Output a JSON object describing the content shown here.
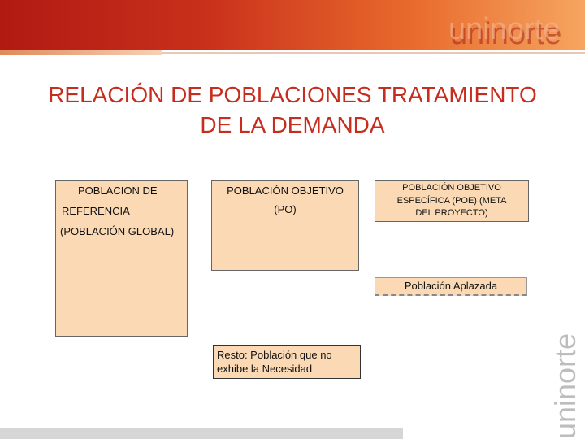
{
  "header": {
    "brand": "uninorte",
    "colors": {
      "accent": "#c62d1f",
      "band_start": "#b01a12",
      "band_end": "#f6a560",
      "box_fill": "#fad9b4"
    }
  },
  "title": {
    "line1": "RELACIÓN DE POBLACIONES TRATAMIENTO",
    "line2": "DE LA DEMANDA"
  },
  "boxes": {
    "referencia": {
      "line1": "POBLACION DE",
      "line2": "REFERENCIA",
      "line3": "(POBLACIÓN GLOBAL)"
    },
    "objetivo": {
      "line1": "POBLACIÓN OBJETIVO",
      "line2": "(PO)"
    },
    "poe": {
      "line1": "POBLACIÓN  OBJETIVO",
      "line2": "ESPECÍFICA (POE) (META",
      "line3": "DEL PROYECTO)"
    },
    "aplazada": {
      "label": "Población Aplazada"
    },
    "resto": {
      "line1": "Resto: Población que no",
      "line2": "exhibe la Necesidad"
    }
  },
  "side_logo": {
    "text": "uninorte"
  }
}
